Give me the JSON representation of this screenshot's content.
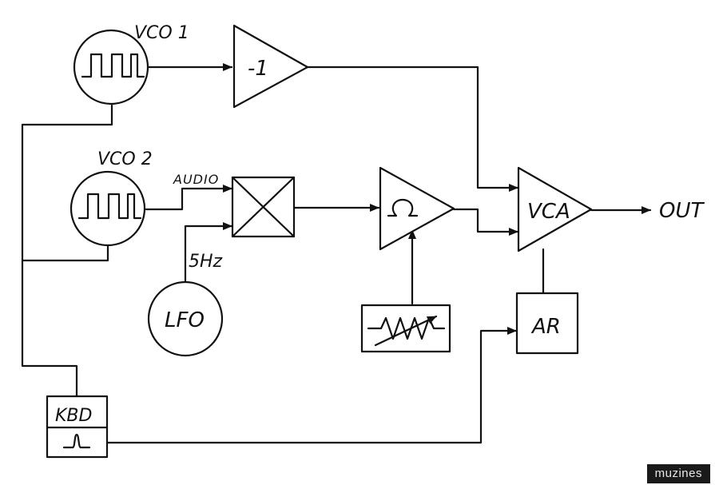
{
  "labels": {
    "vco1": "VCO 1",
    "vco2": "VCO 2",
    "inverter": "-1",
    "audio": "AUDIO",
    "lfo_rate": "5Hz",
    "lfo": "LFO",
    "vca": "VCA",
    "out": "OUT",
    "ar": "AR",
    "kbd": "KBD"
  },
  "watermark": "muzines",
  "icons": {
    "oscillator": "square-wave-icon",
    "mixer": "ring-modulator-cross-icon",
    "filter": "omega-filter-icon",
    "variable_resistor": "potentiometer-icon",
    "trigger": "gate-pulse-icon"
  }
}
